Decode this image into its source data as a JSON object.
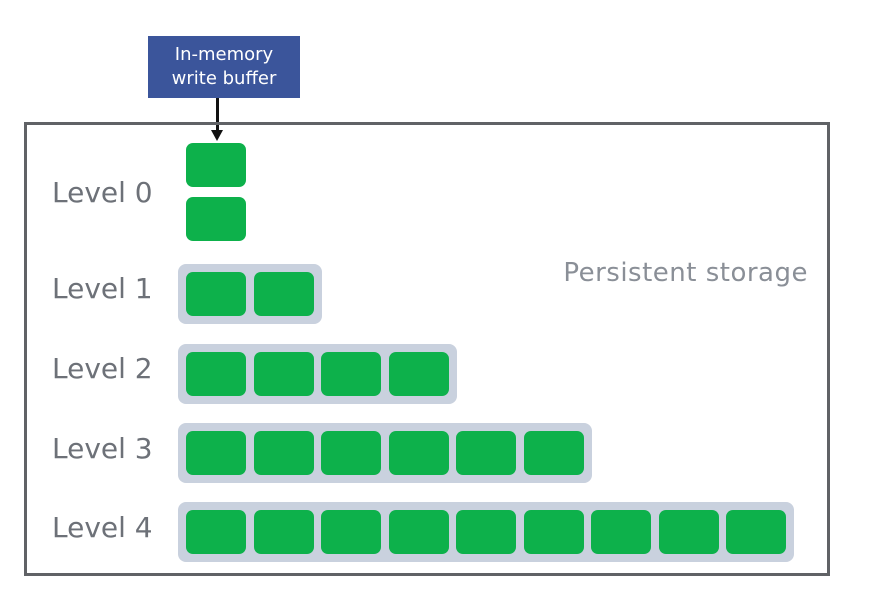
{
  "buffer": {
    "line1": "In-memory",
    "line2": "write buffer"
  },
  "storage": {
    "label": "Persistent storage"
  },
  "levels": [
    {
      "label": "Level 0",
      "blocks": 2,
      "tray": false
    },
    {
      "label": "Level 1",
      "blocks": 2,
      "tray": true
    },
    {
      "label": "Level 2",
      "blocks": 4,
      "tray": true
    },
    {
      "label": "Level 3",
      "blocks": 6,
      "tray": true
    },
    {
      "label": "Level 4",
      "blocks": 9,
      "tray": true
    }
  ],
  "colors": {
    "buffer": "#3b559b",
    "block": "#0db14b",
    "tray": "#c9d1de",
    "border": "#606266",
    "text": "#6d7178"
  },
  "icons": {
    "arrow": "arrow-down-icon"
  }
}
